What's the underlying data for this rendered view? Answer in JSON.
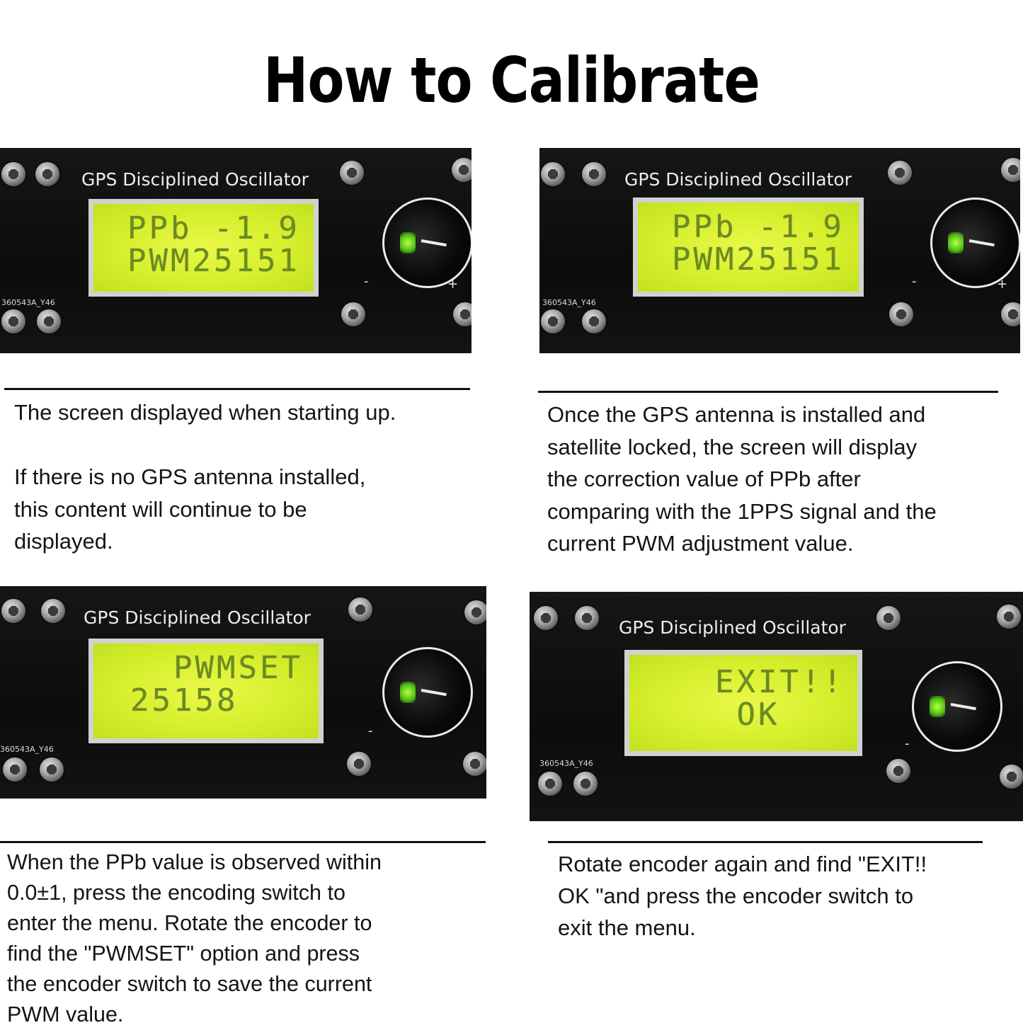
{
  "title": "How to Calibrate",
  "device_title": "GPS Disciplined Oscillator",
  "board_label": "360543A_Y46",
  "knob_minus": "-",
  "knob_plus": "+",
  "panels": [
    {
      "lcd_line1": "PPb -1.9",
      "lcd_line2": "PWM25151",
      "description": "The screen displayed when starting up.\n\nIf there is no GPS antenna installed,\nthis content will continue to be\ndisplayed."
    },
    {
      "lcd_line1": "PPb -1.9",
      "lcd_line2": "PWM25151",
      "description": "Once the GPS antenna is installed and\nsatellite locked, the screen will display\nthe correction value of PPb after\ncomparing with the 1PPS signal and the\ncurrent PWM adjustment value."
    },
    {
      "lcd_line1": "  PWMSET",
      "lcd_line2": "25158",
      "description": "When the PPb value is observed within\n0.0±1, press the encoding switch to\nenter the menu. Rotate the encoder to\nfind the \"PWMSET\" option and press\nthe encoder switch to save the current\nPWM value."
    },
    {
      "lcd_line1": "  EXIT!!",
      "lcd_line2": "   OK",
      "description": "Rotate encoder again and find \"EXIT!!\nOK \"and press the encoder switch to\nexit the menu."
    }
  ]
}
